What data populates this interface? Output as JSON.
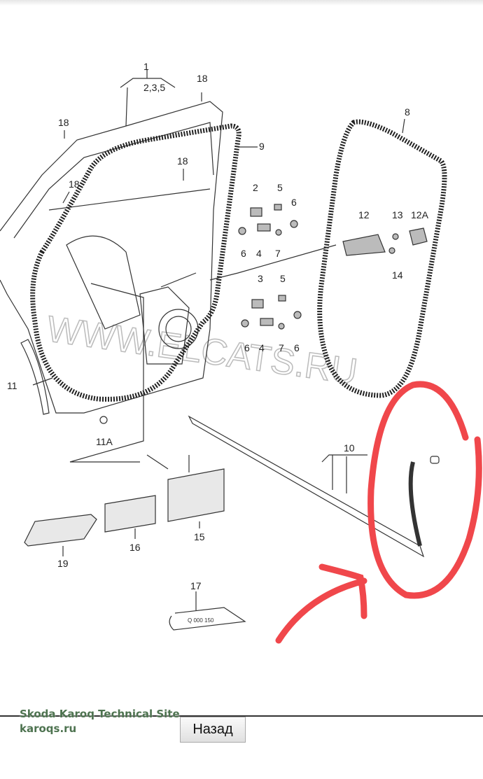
{
  "diagram": {
    "labels": {
      "l1": "1",
      "l1sub": "2,3,5",
      "l18a": "18",
      "l18b": "18",
      "l18c": "18",
      "l18d": "18",
      "l9": "9",
      "l8": "8",
      "l2": "2",
      "l5a": "5",
      "l6a": "6",
      "l6b": "6",
      "l4a": "4",
      "l7a": "7",
      "l3": "3",
      "l5b": "5",
      "l6c": "6",
      "l4b": "4",
      "l7b": "7",
      "l6d": "6",
      "l12": "12",
      "l13": "13",
      "l12A": "12A",
      "l14": "14",
      "l11": "11",
      "l11A": "11A",
      "l10": "10",
      "l15": "15",
      "l16": "16",
      "l19": "19",
      "l17": "17"
    },
    "tube_text": "Q 000 150",
    "watermark": "WWW.ELCATS.RU",
    "annotation_color": "#f0474b"
  },
  "footer": {
    "site_title": "Skoda Karoq Technical Site",
    "site_url": "karoqs.ru",
    "back_button": "Назад"
  }
}
